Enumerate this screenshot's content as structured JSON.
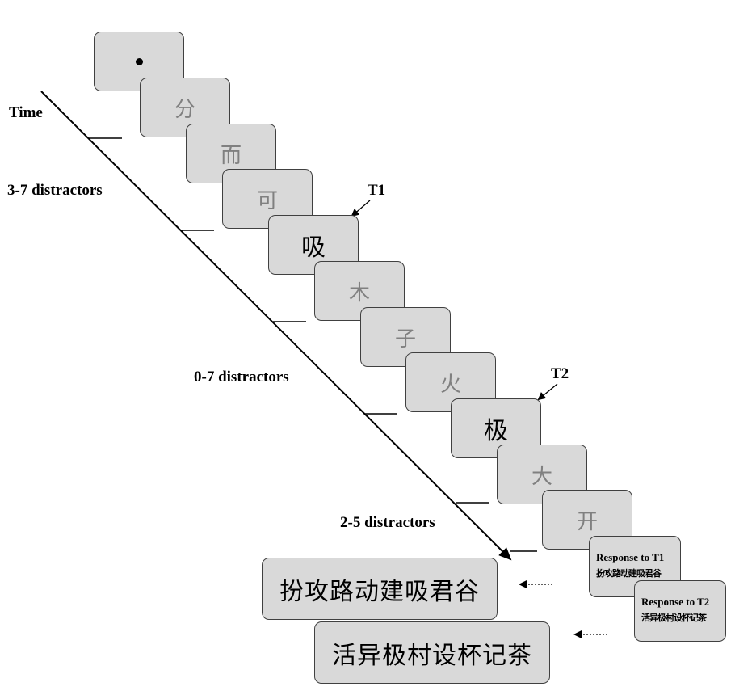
{
  "diagram": {
    "time_label": "Time",
    "segments": [
      {
        "label": "3-7 distractors"
      },
      {
        "label": "0-7 distractors"
      },
      {
        "label": "2-5 distractors"
      }
    ],
    "frames": [
      {
        "type": "fixation",
        "symbol": "dot",
        "char": ""
      },
      {
        "type": "distractor",
        "char": "分"
      },
      {
        "type": "distractor",
        "char": "而"
      },
      {
        "type": "distractor",
        "char": "可"
      },
      {
        "type": "target",
        "char": "吸",
        "target_label": "T1"
      },
      {
        "type": "distractor",
        "char": "木"
      },
      {
        "type": "distractor",
        "char": "子"
      },
      {
        "type": "distractor",
        "char": "火"
      },
      {
        "type": "target",
        "char": "极",
        "target_label": "T2"
      },
      {
        "type": "distractor",
        "char": "大"
      },
      {
        "type": "distractor",
        "char": "开"
      }
    ],
    "responses": [
      {
        "title": "Response to T1",
        "options": "扮攻路动建吸君谷"
      },
      {
        "title": "Response to T2",
        "options": "活异极村设杯记茶"
      }
    ],
    "answer_panels": [
      {
        "options": "扮攻路动建吸君谷"
      },
      {
        "options": "活异极村设杯记茶"
      }
    ],
    "colors": {
      "frame_fill": "#d9d9d9",
      "frame_border": "#404040",
      "distractor_text": "#808080",
      "target_text": "#000000"
    }
  }
}
